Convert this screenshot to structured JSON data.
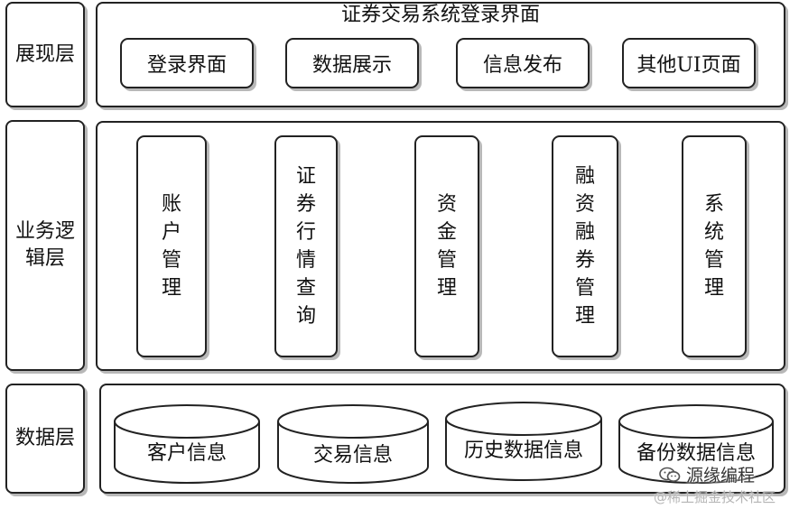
{
  "presentation_layer": {
    "label": "展现层",
    "title": "证券交易系统登录界面",
    "pages": [
      "登录界面",
      "数据展示",
      "信息发布",
      "其他UI页面"
    ]
  },
  "business_layer": {
    "label": "业务逻辑层",
    "modules": [
      "账户\n管理",
      "证券\n行情\n查询",
      "资金\n管理",
      "融资\n融券\n管理",
      "系统\n管理"
    ]
  },
  "data_layer": {
    "label": "数据层",
    "stores": [
      "客户信息",
      "交易信息",
      "历史数据信息",
      "备份数据信息"
    ]
  },
  "watermark": {
    "brand": "源缘编程",
    "source": "@稀土掘金技术社区"
  }
}
